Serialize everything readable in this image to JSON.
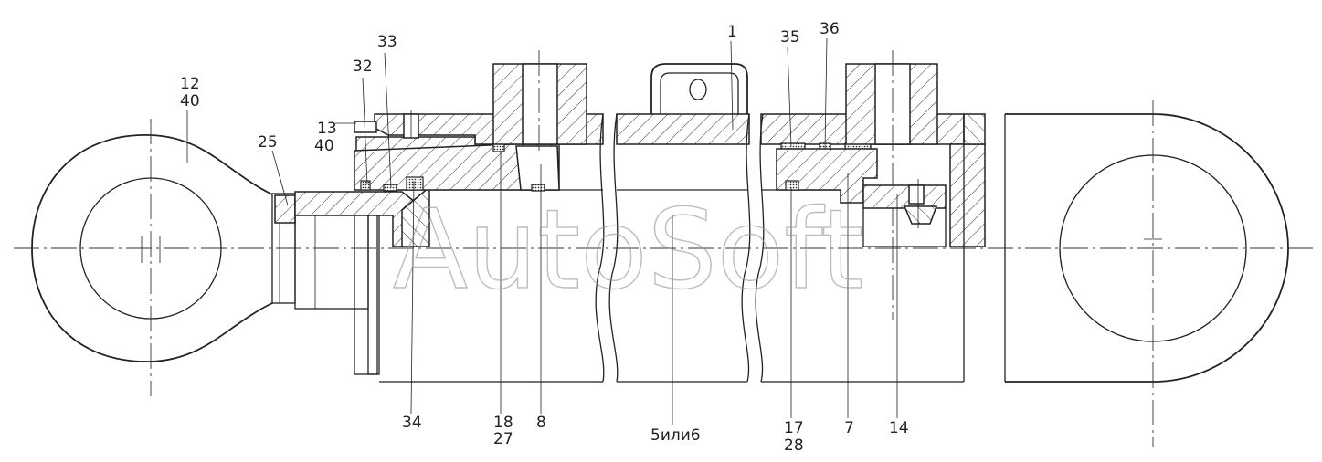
{
  "diagram": {
    "labels": {
      "l12": "12",
      "l40a": "40",
      "l13": "13",
      "l40b": "40",
      "l25": "25",
      "l32": "32",
      "l33": "33",
      "l1": "1",
      "l35": "35",
      "l36": "36",
      "l34": "34",
      "l18": "18",
      "l27": "27",
      "l8": "8",
      "l5": "5или6",
      "l17": "17",
      "l28": "28",
      "l7": "7",
      "l14": "14"
    },
    "watermark": "AutoSoft",
    "colors": {
      "line": "#222222",
      "watermark": "#9a9a9a",
      "background": "#ffffff"
    }
  }
}
